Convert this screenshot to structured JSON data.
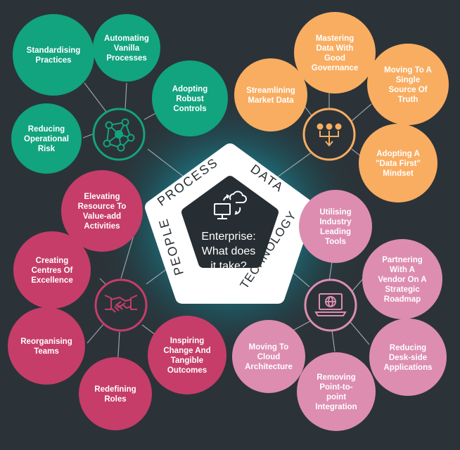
{
  "colors": {
    "background": "#2b3338",
    "process": "#12a37f",
    "data": "#f9ad61",
    "technology": "#dd8db0",
    "people": "#c63d69",
    "hub": "#262e33",
    "glow": "#17c8dc",
    "line": "#9aa3a8"
  },
  "center": {
    "title_lines": [
      "Enterprise:",
      "What does",
      "it take?"
    ],
    "icon": "computer-cloud-sync-icon",
    "edge_labels": {
      "process": "PROCESS",
      "data": "DATA",
      "technology": "TECHNOLOGY",
      "people": "PEOPLE"
    }
  },
  "groups": [
    {
      "id": "process",
      "icon": "network-people-icon",
      "bubbles": [
        {
          "id": "standardising-practices",
          "lines": [
            "Standardising",
            "Practices"
          ]
        },
        {
          "id": "automating-vanilla-processes",
          "lines": [
            "Automating",
            "Vanilla",
            "Processes"
          ]
        },
        {
          "id": "adopting-robust-controls",
          "lines": [
            "Adopting",
            "Robust",
            "Controls"
          ]
        },
        {
          "id": "reducing-operational-risk",
          "lines": [
            "Reducing",
            "Operational",
            "Risk"
          ]
        }
      ]
    },
    {
      "id": "data",
      "icon": "data-merge-icon",
      "bubbles": [
        {
          "id": "mastering-data",
          "lines": [
            "Mastering",
            "Data With",
            "Good",
            "Governance"
          ]
        },
        {
          "id": "streamlining-market-data",
          "lines": [
            "Streamlining",
            "Market Data"
          ]
        },
        {
          "id": "single-source-of-truth",
          "lines": [
            "Moving To A",
            "Single",
            "Source Of",
            "Truth"
          ]
        },
        {
          "id": "data-first-mindset",
          "lines": [
            "Adopting A",
            "\"Data First\"",
            "Mindset"
          ]
        }
      ]
    },
    {
      "id": "technology",
      "icon": "laptop-globe-icon",
      "bubbles": [
        {
          "id": "industry-leading-tools",
          "lines": [
            "Utilising",
            "Industry",
            "Leading",
            "Tools"
          ]
        },
        {
          "id": "partnering-vendor",
          "lines": [
            "Partnering",
            "With A",
            "Vendor On A",
            "Strategic",
            "Roadmap"
          ]
        },
        {
          "id": "reducing-desk-side",
          "lines": [
            "Reducing",
            "Desk-side",
            "Applications"
          ]
        },
        {
          "id": "point-to-point",
          "lines": [
            "Removing",
            "Point-to-",
            "point",
            "Integration"
          ]
        },
        {
          "id": "cloud-architecture",
          "lines": [
            "Moving To",
            "Cloud",
            "Architecture"
          ]
        }
      ]
    },
    {
      "id": "people",
      "icon": "handshake-icon",
      "bubbles": [
        {
          "id": "elevating-resource",
          "lines": [
            "Elevating",
            "Resource To",
            "Value-add",
            "Activities"
          ]
        },
        {
          "id": "centres-of-excellence",
          "lines": [
            "Creating",
            "Centres Of",
            "Excellence"
          ]
        },
        {
          "id": "reorganising-teams",
          "lines": [
            "Reorganising",
            "Teams"
          ]
        },
        {
          "id": "redefining-roles",
          "lines": [
            "Redefining",
            "Roles"
          ]
        },
        {
          "id": "inspiring-change",
          "lines": [
            "Inspiring",
            "Change And",
            "Tangible",
            "Outcomes"
          ]
        }
      ]
    }
  ]
}
